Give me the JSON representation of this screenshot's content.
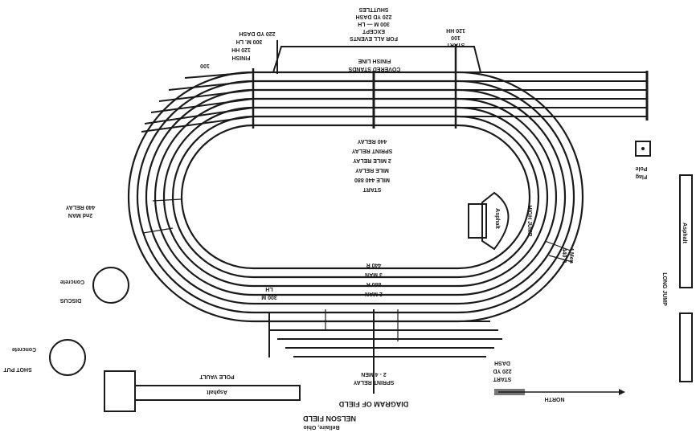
{
  "title": "DIAGRAM OF FIELD",
  "field_name": "NELSON FIELD",
  "location": "Bellaire, Ohio",
  "north": "NORTH",
  "labels": {
    "finish_line_top": "COVERED STANDS",
    "finish_line_bottom": "FINISH LINE",
    "for_all_events": [
      "FOR ALL EVENTS",
      "EXCEPT",
      "300 M — LH",
      "220 YD DASH",
      "SHUTTLES"
    ],
    "start_100_120hh": [
      "START",
      "100",
      "120 HH"
    ],
    "finish_left": [
      "100",
      "FINISH",
      "120 HH",
      "300 M. LH",
      "220 YD DASH"
    ],
    "start_relays": [
      "START",
      "MILE 440 880",
      "MILE RELAY",
      "2 MILE RELAY",
      "SPRINT RELAY",
      "440 RELAY"
    ],
    "second_man": [
      "2nd MAN",
      "440 RELAY"
    ],
    "high_jump": "HIGH JUMP",
    "asphalt_hj": "Asphalt",
    "four_men": [
      "4 Men",
      "440 R"
    ],
    "two_man": [
      "2 MAN",
      "880 R",
      "3 MAN",
      "440 R"
    ],
    "three_hundred": [
      "300 M",
      "LH"
    ],
    "flag_pole": [
      "Flag",
      "Pole"
    ],
    "long_jump": "LONG JUMP",
    "asphalt_lj": "Asphalt",
    "discus": "DISCUS",
    "concrete_discus": "Concrete",
    "shot_put": "SHOT PUT",
    "concrete_shot": "Concrete",
    "pole_vault": "POLE VAULT",
    "asphalt_pv": "Asphalt",
    "sprint_relay_bottom": [
      "SPRINT RELAY",
      "2 - 4 MEN"
    ],
    "start_220": [
      "START",
      "220 YD",
      "DASH"
    ]
  }
}
